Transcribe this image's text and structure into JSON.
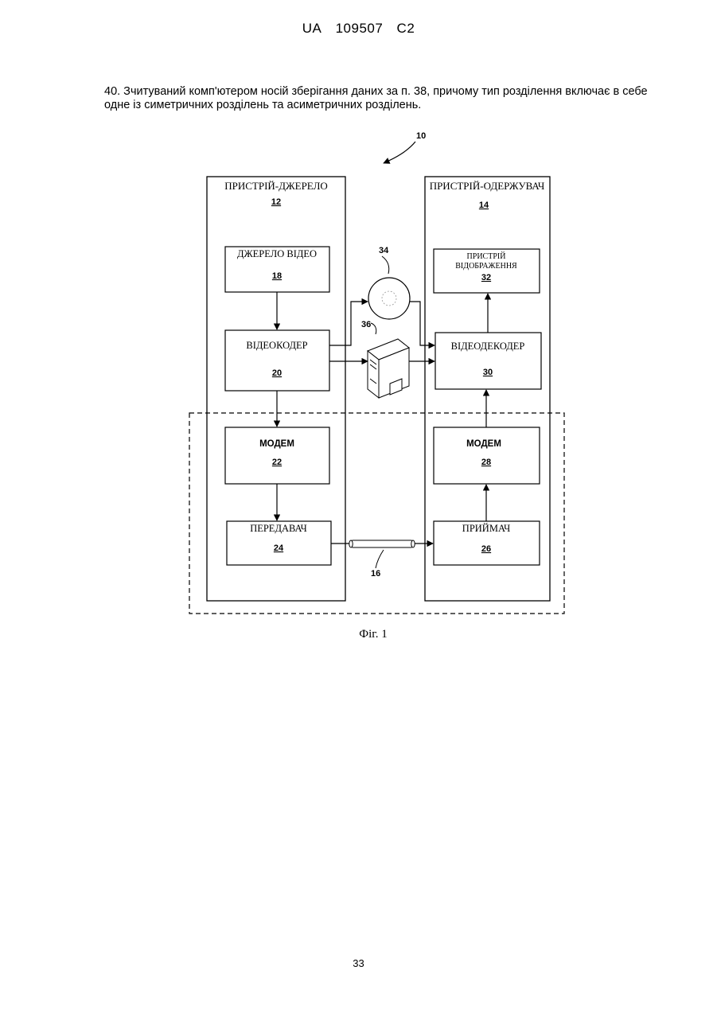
{
  "header": {
    "country": "UA",
    "number": "109507",
    "kind": "C2"
  },
  "claim": {
    "text": "40. Зчитуваний комп'ютером носій зберігання даних за п. 38, причому тип розділення включає в себе одне із симетричних розділень та асиметричних розділень."
  },
  "figure": {
    "system_ref": "10",
    "source": {
      "title": "ПРИСТРІЙ-ДЖЕРЕЛО",
      "ref": "12"
    },
    "destination": {
      "title": "ПРИСТРІЙ-ОДЕРЖУВАЧ",
      "ref": "14"
    },
    "video_source": {
      "label": "ДЖЕРЕЛО ВІДЕО",
      "ref": "18"
    },
    "video_encoder": {
      "label": "ВІДЕОКОДЕР",
      "ref": "20"
    },
    "modem_tx": {
      "label": "МОДЕМ",
      "ref": "22"
    },
    "transmitter": {
      "label": "ПЕРЕДАВАЧ",
      "ref": "24"
    },
    "display": {
      "label_line1": "ПРИСТРІЙ",
      "label_line2": "ВІДОБРАЖЕННЯ",
      "ref": "32"
    },
    "video_decoder": {
      "label": "ВІДЕОДЕКОДЕР",
      "ref": "30"
    },
    "modem_rx": {
      "label": "МОДЕМ",
      "ref": "28"
    },
    "receiver": {
      "label": "ПРИЙМАЧ",
      "ref": "26"
    },
    "storage_disc_ref": "34",
    "file_server_ref": "36",
    "channel_ref": "16",
    "caption": "Фіг. 1"
  },
  "page_number": "33"
}
